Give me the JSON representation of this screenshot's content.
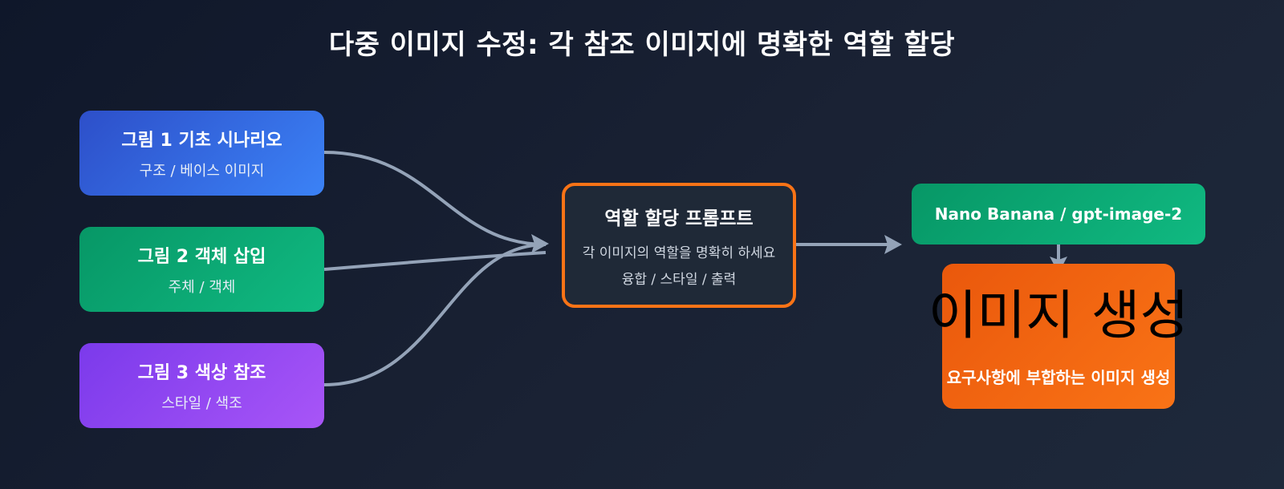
{
  "title": "다중 이미지 수정: 각 참조 이미지에 명확한 역할 할당",
  "sources": [
    {
      "label": "그림 1 기초 시나리오",
      "sub": "구조 / 베이스 이미지",
      "color": "#3b82f6"
    },
    {
      "label": "그림 2 객체 삽입",
      "sub": "주체 / 객체",
      "color": "#10b981"
    },
    {
      "label": "그림 3 색상 참조",
      "sub": "스타일 / 색조",
      "color": "#a855f7"
    }
  ],
  "prompt": {
    "label": "역할 할당 프롬프트",
    "line1": "각 이미지의 역할을 명확히 하세요",
    "line2": "융합 / 스타일 / 출력",
    "border_color": "#f97316"
  },
  "model": {
    "label": "Nano Banana / gpt-image-2",
    "color": "#10b981"
  },
  "output": {
    "label": "이미지 생성",
    "sub": "요구사항에 부합하는 이미지 생성",
    "color": "#f97316"
  },
  "connector_color": "#94a3b8"
}
